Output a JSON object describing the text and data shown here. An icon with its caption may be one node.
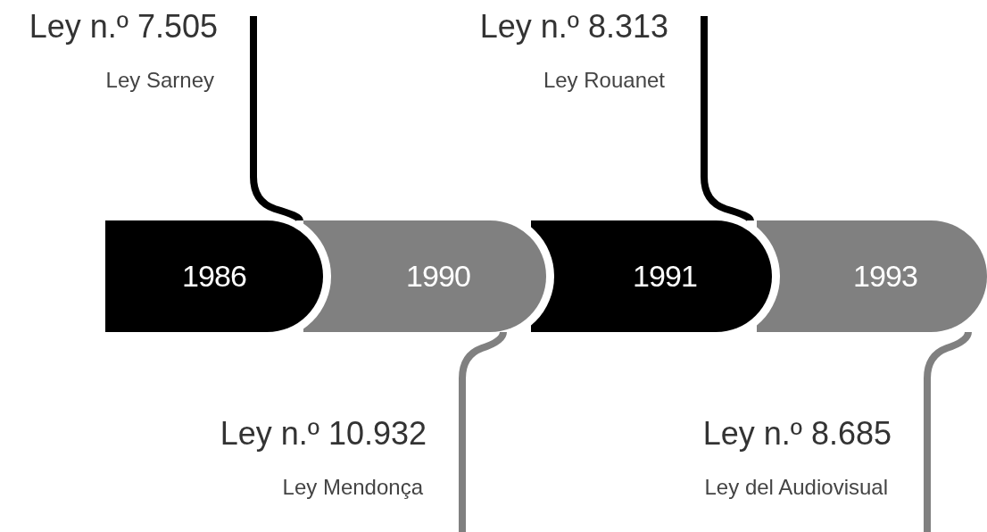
{
  "diagram": {
    "nodes": [
      {
        "text": [
          "Ley n.º 7.505",
          "Ley Sarney"
        ]
      },
      {
        "text": [
          "Ley n.º 8.313",
          "Ley Rouanet"
        ]
      },
      {
        "text": [
          "1986"
        ]
      },
      {
        "text": [
          "1990"
        ]
      },
      {
        "text": [
          "1991"
        ]
      },
      {
        "text": [
          "1993"
        ]
      },
      {
        "text": [
          "Ley n.º 10.932",
          "Ley Mendonça"
        ]
      },
      {
        "text": [
          "Ley n.º 8.685",
          "Ley del Audiovisual"
        ]
      }
    ],
    "edges": [
      {
        "from": 0,
        "to": 2,
        "arrow": "none"
      },
      {
        "from": 1,
        "to": 4,
        "arrow": "none"
      },
      {
        "from": 3,
        "to": 6,
        "arrow": "none",
        "color": "#808080"
      },
      {
        "from": 5,
        "to": 7,
        "arrow": "none",
        "color": "#808080"
      }
    ]
  }
}
